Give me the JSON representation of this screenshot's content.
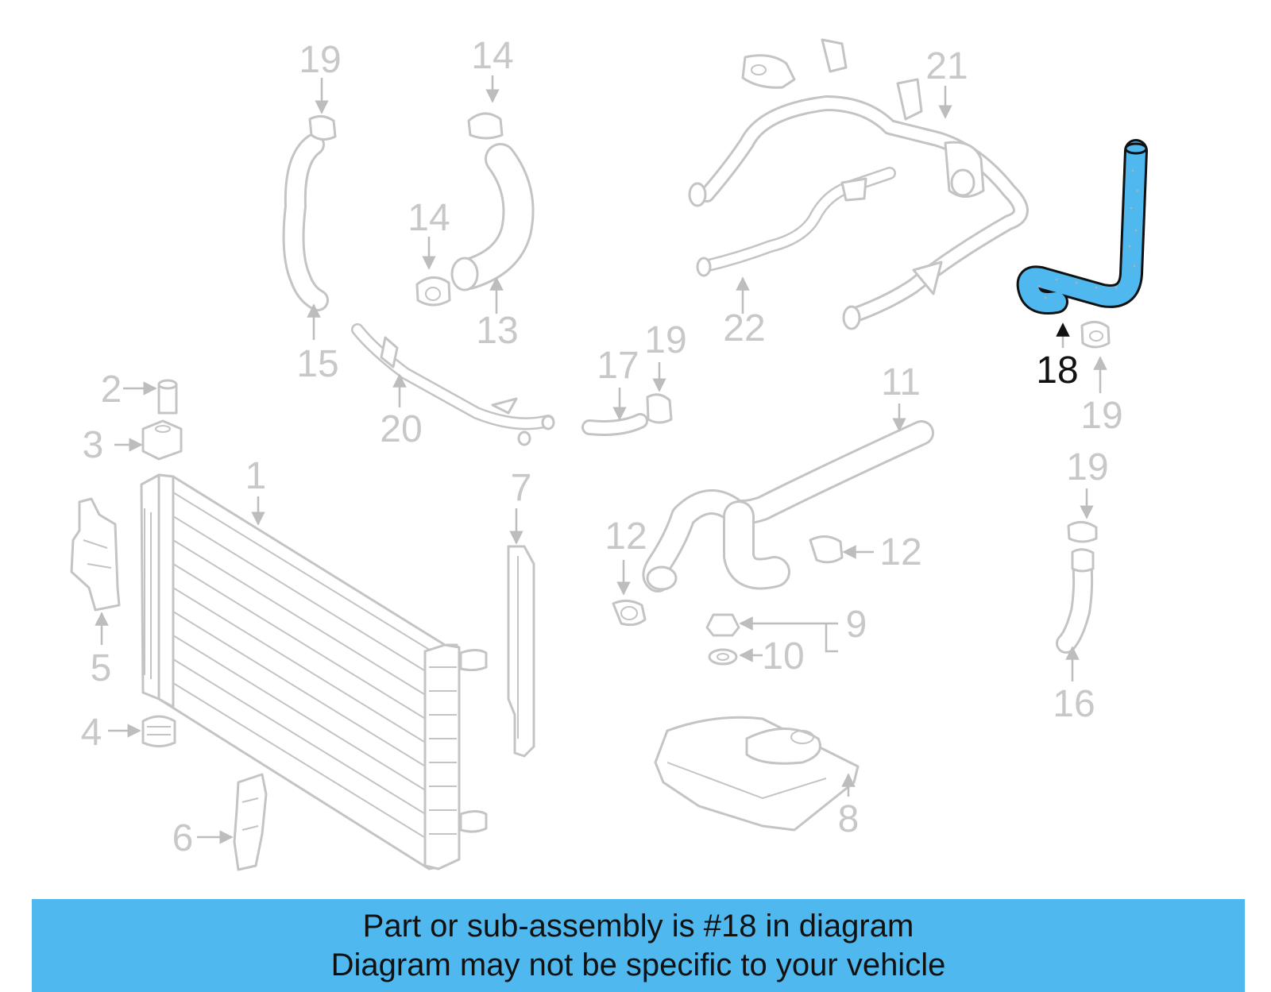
{
  "diagram": {
    "highlighted_part": "18",
    "highlight_color": "#4fb8ee",
    "callouts": [
      {
        "id": "c-1",
        "label": "1"
      },
      {
        "id": "c-2",
        "label": "2"
      },
      {
        "id": "c-3",
        "label": "3"
      },
      {
        "id": "c-4",
        "label": "4"
      },
      {
        "id": "c-5",
        "label": "5"
      },
      {
        "id": "c-6",
        "label": "6"
      },
      {
        "id": "c-7",
        "label": "7"
      },
      {
        "id": "c-8",
        "label": "8"
      },
      {
        "id": "c-9",
        "label": "9"
      },
      {
        "id": "c-10",
        "label": "10"
      },
      {
        "id": "c-11",
        "label": "11"
      },
      {
        "id": "c-12a",
        "label": "12"
      },
      {
        "id": "c-12b",
        "label": "12"
      },
      {
        "id": "c-13",
        "label": "13"
      },
      {
        "id": "c-14a",
        "label": "14"
      },
      {
        "id": "c-14b",
        "label": "14"
      },
      {
        "id": "c-15",
        "label": "15"
      },
      {
        "id": "c-16",
        "label": "16"
      },
      {
        "id": "c-17",
        "label": "17"
      },
      {
        "id": "c-18",
        "label": "18"
      },
      {
        "id": "c-19a",
        "label": "19"
      },
      {
        "id": "c-19b",
        "label": "19"
      },
      {
        "id": "c-19c",
        "label": "19"
      },
      {
        "id": "c-19d",
        "label": "19"
      },
      {
        "id": "c-20",
        "label": "20"
      },
      {
        "id": "c-21",
        "label": "21"
      },
      {
        "id": "c-22",
        "label": "22"
      }
    ]
  },
  "banner": {
    "line1": "Part or sub-assembly is #18 in diagram",
    "line2": "Diagram may not be specific to your vehicle",
    "background": "#4fb8ee"
  }
}
